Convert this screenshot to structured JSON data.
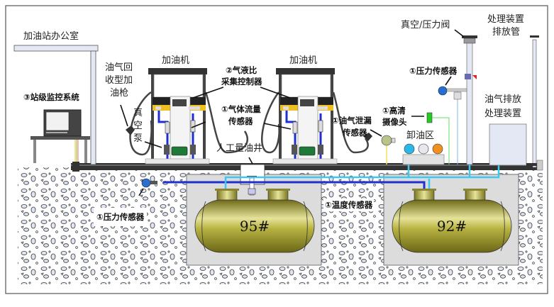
{
  "title": "加油站油气回收在线监控系统示意图",
  "labels": {
    "office": "加油站办公室",
    "monitoring": "③站级监控系统",
    "nozzle": [
      "油气回",
      "收型加",
      "油枪"
    ],
    "vacuum_pump": [
      "真",
      "空",
      "泵"
    ],
    "dispenser_left": "加油机",
    "dispenser_right": "加油机",
    "ratio_controller": [
      "②气液比",
      "采集控制器"
    ],
    "flow_sensor": [
      "①气体流量",
      "传感器"
    ],
    "manual_well": "人工量油井",
    "leak_sensor": [
      "①油气泄漏",
      "传感器"
    ],
    "camera": [
      "①高清",
      "摄像头"
    ],
    "unloading_area": "卸油区",
    "pv_valve": "真空/压力阀",
    "pressure_sensor_top": "①压力传感器",
    "vent_pipe": [
      "处理装置",
      "排放管"
    ],
    "treatment_unit": [
      "油气排放",
      "处理装置"
    ],
    "pressure_sensor_bottom": "①压力传感器",
    "temp_sensor": "①温度传感器",
    "tank_95": "95#",
    "tank_92": "92#"
  },
  "colors": {
    "vapor_pipe": "#1f2fd0",
    "fuel_pipe": "#3cc8f0",
    "tank": "#a8a33a",
    "ground": "#2f2f2f",
    "sensor_blue": "#2a6fd0",
    "leak_sensor": "#b8c48a",
    "camera": "#22cc22",
    "valve_cyan": "#2bb8e8",
    "valve_white": "#e6e8ee",
    "valve_orange": "#f09020"
  }
}
